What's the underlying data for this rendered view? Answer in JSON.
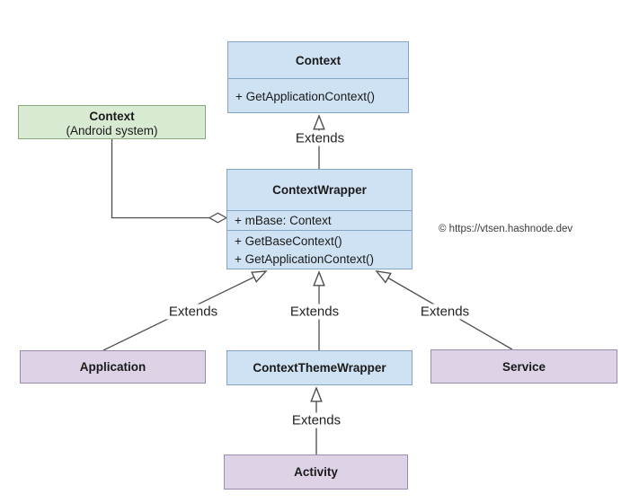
{
  "diagram_type": "uml-class-diagram",
  "watermark": "© https://vtsen.hashnode.dev",
  "colors": {
    "blue_fill": "#cfe2f3",
    "blue_border": "#85a3c2",
    "green_fill": "#d9ead3",
    "green_border": "#84a878",
    "purple_fill": "#ddd2e6",
    "purple_border": "#9d8bae",
    "line": "#4d4d4d",
    "background": "#ffffff"
  },
  "classes": {
    "context": {
      "name": "Context",
      "methods": [
        "+ GetApplicationContext()"
      ]
    },
    "context_android": {
      "name": "Context",
      "subtitle": "(Android system)"
    },
    "context_wrapper": {
      "name": "ContextWrapper",
      "attributes": [
        "+ mBase: Context"
      ],
      "methods": [
        "+ GetBaseContext()",
        "+ GetApplicationContext()"
      ]
    },
    "application": {
      "name": "Application"
    },
    "context_theme_wrapper": {
      "name": "ContextThemeWrapper"
    },
    "service": {
      "name": "Service"
    },
    "activity": {
      "name": "Activity"
    }
  },
  "relationships": [
    {
      "type": "inheritance",
      "from": "ContextWrapper",
      "to": "Context",
      "label": "Extends"
    },
    {
      "type": "inheritance",
      "from": "Application",
      "to": "ContextWrapper",
      "label": "Extends"
    },
    {
      "type": "inheritance",
      "from": "ContextThemeWrapper",
      "to": "ContextWrapper",
      "label": "Extends"
    },
    {
      "type": "inheritance",
      "from": "Service",
      "to": "ContextWrapper",
      "label": "Extends"
    },
    {
      "type": "inheritance",
      "from": "Activity",
      "to": "ContextThemeWrapper",
      "label": "Extends"
    },
    {
      "type": "aggregation",
      "from": "Context (Android system)",
      "to": "ContextWrapper"
    }
  ]
}
